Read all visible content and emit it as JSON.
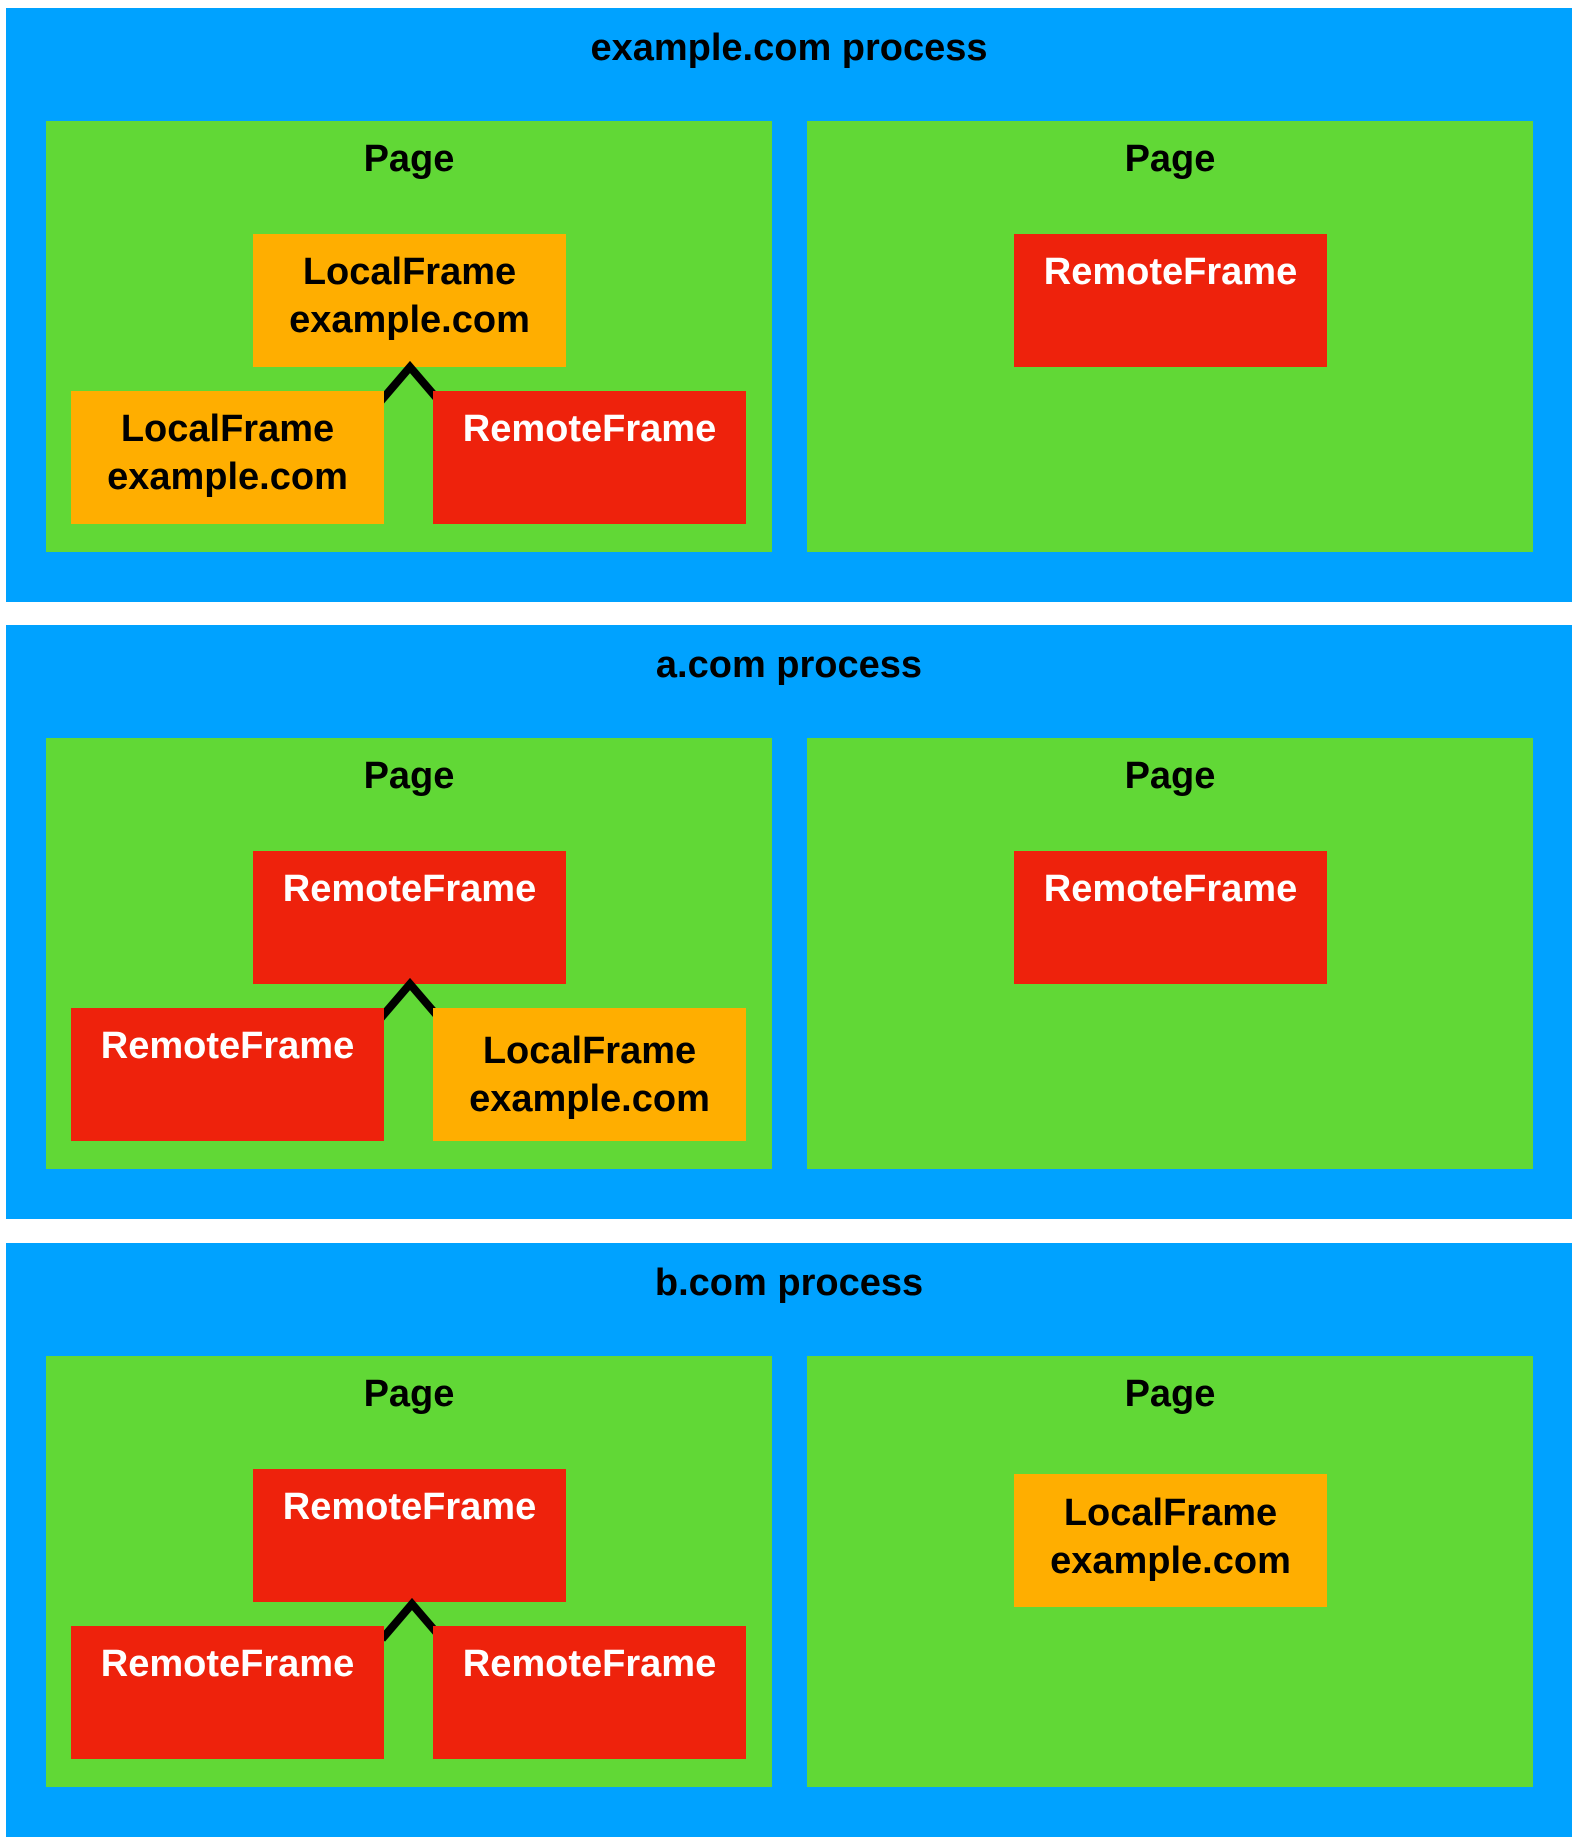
{
  "colors": {
    "process": "#00A2FF",
    "page": "#61D836",
    "local_frame": "#FFAE00",
    "remote_frame": "#EE220C",
    "connector": "#000000"
  },
  "processes": [
    {
      "title": "example.com process",
      "pages": [
        {
          "title": "Page",
          "root": {
            "kind": "local",
            "label": "LocalFrame",
            "origin": "example.com"
          },
          "children": [
            {
              "kind": "local",
              "label": "LocalFrame",
              "origin": "example.com"
            },
            {
              "kind": "remote",
              "label": "RemoteFrame"
            }
          ]
        },
        {
          "title": "Page",
          "root": {
            "kind": "remote",
            "label": "RemoteFrame"
          }
        }
      ]
    },
    {
      "title": "a.com process",
      "pages": [
        {
          "title": "Page",
          "root": {
            "kind": "remote",
            "label": "RemoteFrame"
          },
          "children": [
            {
              "kind": "remote",
              "label": "RemoteFrame"
            },
            {
              "kind": "local",
              "label": "LocalFrame",
              "origin": "example.com"
            }
          ]
        },
        {
          "title": "Page",
          "root": {
            "kind": "remote",
            "label": "RemoteFrame"
          }
        }
      ]
    },
    {
      "title": "b.com process",
      "pages": [
        {
          "title": "Page",
          "root": {
            "kind": "remote",
            "label": "RemoteFrame"
          },
          "children": [
            {
              "kind": "remote",
              "label": "RemoteFrame"
            },
            {
              "kind": "remote",
              "label": "RemoteFrame"
            }
          ]
        },
        {
          "title": "Page",
          "root": {
            "kind": "local",
            "label": "LocalFrame",
            "origin": "example.com"
          }
        }
      ]
    }
  ]
}
